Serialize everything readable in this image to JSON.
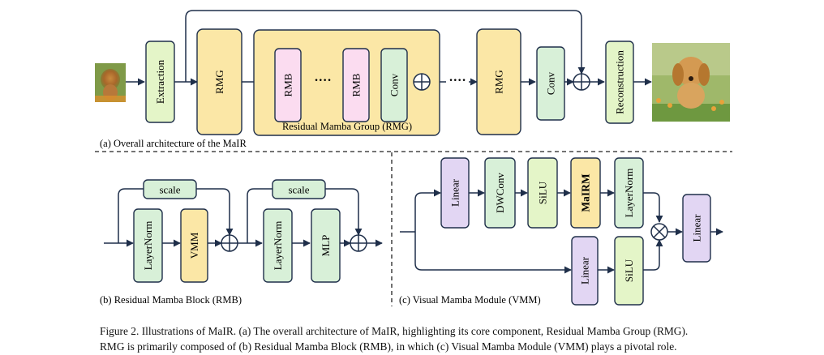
{
  "labels": {
    "extraction": "Extraction",
    "rmg": "RMG",
    "rmb": "RMB",
    "conv": "Conv",
    "ellipsis": "····",
    "rmg_group": "Residual Mamba Group (RMG)",
    "reconstruction": "Reconstruction",
    "layernorm": "LayerNorm",
    "vmm": "VMM",
    "mlp": "MLP",
    "scale": "scale",
    "linear": "Linear",
    "dwconv": "DWConv",
    "silu": "SiLU",
    "mairm": "MaIRM"
  },
  "panels": {
    "a": "(a) Overall architecture of the MaIR",
    "b": "(b) Residual Mamba Block (RMB)",
    "c": "(c) Visual Mamba Module (VMM)"
  },
  "caption": {
    "line1": "Figure 2. Illustrations of MaIR. (a) The overall architecture of MaIR, highlighting its core component, Residual Mamba Group (RMG).",
    "line2": "RMG is primarily composed of (b) Residual Mamba Block (RMB), in which (c) Visual Mamba Module (VMM) plays a pivotal role."
  },
  "images": {
    "input": "dog-input-image",
    "output": "dog-output-image"
  },
  "colors": {
    "green": "#e4f5c8",
    "yellow": "#fbe7a6",
    "pink": "#fbdcf0",
    "mint": "#d8f0d8",
    "lavender": "#e2d6f3",
    "line": "#1f2f4a"
  }
}
